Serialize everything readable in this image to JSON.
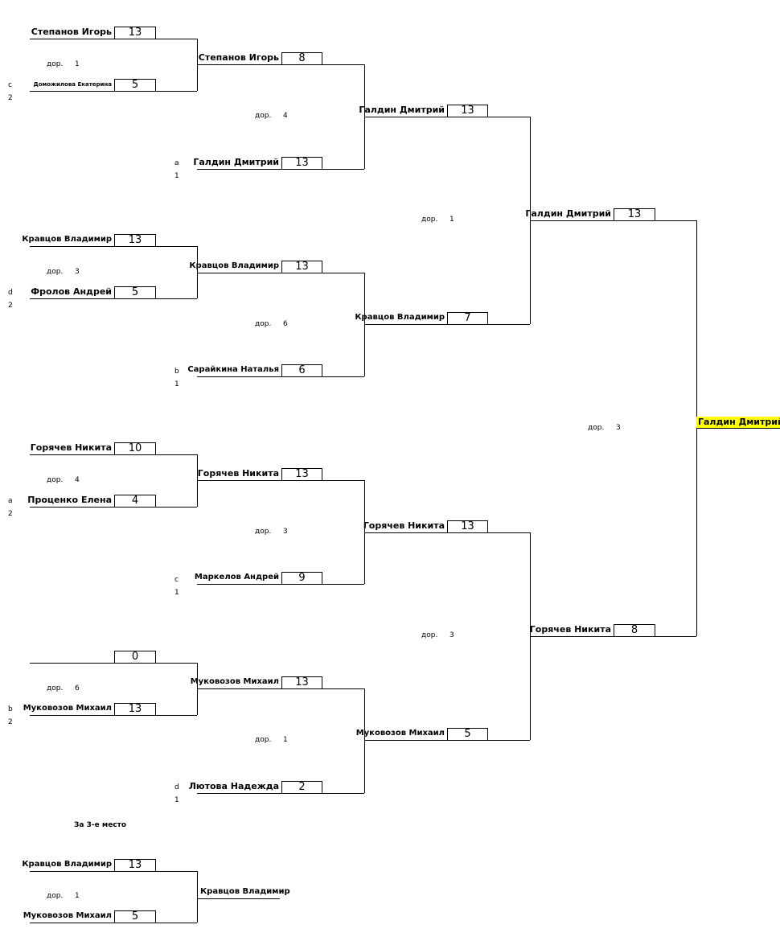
{
  "matches": [
    {
      "id": "r1_1",
      "round": 1,
      "top": {
        "name": "Степанов Игорь",
        "score": "13"
      },
      "bottom": {
        "name": "Доможилова Екатерина",
        "score": "5"
      },
      "dor": "1",
      "winner": "Степанов Игорь"
    },
    {
      "id": "r1_2",
      "round": 1,
      "top": {
        "name": "Кравцов Владимир",
        "score": "13"
      },
      "bottom": {
        "name": "Фролов Андрей",
        "score": "5"
      },
      "dor": "3",
      "winner": "Кравцов Владимир"
    },
    {
      "id": "r1_3",
      "round": 1,
      "top": {
        "name": "Горячев Никита",
        "score": "10"
      },
      "bottom": {
        "name": "Проценко Елена",
        "score": "4"
      },
      "dor": "4",
      "winner": "Горячев Никита"
    },
    {
      "id": "r1_4",
      "round": 1,
      "top": {
        "name": "",
        "score": "0"
      },
      "bottom": {
        "name": "Муковозов Михаил",
        "score": "13"
      },
      "dor": "6",
      "winner": "Муковозов Михаил"
    },
    {
      "id": "r2_1",
      "round": 2,
      "top": {
        "name": "Степанов Игорь",
        "score": "8"
      },
      "bottom": {
        "name": "Галдин Дмитрий",
        "score": "13"
      },
      "dor": "4",
      "winner": "Галдин Дмитрий"
    },
    {
      "id": "r2_2",
      "round": 2,
      "top": {
        "name": "Кравцов Владимир",
        "score": "13"
      },
      "bottom": {
        "name": "Сарайкина Наталья",
        "score": "6"
      },
      "dor": "6",
      "winner": "Кравцов Владимир"
    },
    {
      "id": "r2_3",
      "round": 2,
      "top": {
        "name": "Горячев Никита",
        "score": "13"
      },
      "bottom": {
        "name": "Маркелов Андрей",
        "score": "9"
      },
      "dor": "3",
      "winner": "Горячев Никита"
    },
    {
      "id": "r2_4",
      "round": 2,
      "top": {
        "name": "Муковозов Михаил",
        "score": "13"
      },
      "bottom": {
        "name": "Лютова Надежда",
        "score": "2"
      },
      "dor": "1",
      "winner": "Муковозов Михаил"
    },
    {
      "id": "r3_1",
      "round": 3,
      "top": {
        "name": "Галдин Дмитрий",
        "score": "13"
      },
      "bottom": {
        "name": "Кравцов Владимир",
        "score": "7"
      },
      "dor": "1",
      "winner": "Галдин Дмитрий"
    },
    {
      "id": "r3_2",
      "round": 3,
      "top": {
        "name": "Горячев Никита",
        "score": "13"
      },
      "bottom": {
        "name": "Муковозов Михаил",
        "score": "5"
      },
      "dor": "3",
      "winner": "Горячев Никита"
    },
    {
      "id": "final",
      "round": 4,
      "top": {
        "name": "Галдин Дмитрий",
        "score": "13"
      },
      "bottom": {
        "name": "Горячев Никита",
        "score": "8"
      },
      "dor": "3",
      "winner": "Галдин Дмитрий"
    },
    {
      "id": "third",
      "round": 1,
      "top": {
        "name": "Кравцов Владимир",
        "score": "13"
      },
      "bottom": {
        "name": "Муковозов Михаил",
        "score": "5"
      },
      "dor": "1",
      "winner": "Кравцов Владимир"
    }
  ],
  "dor_label": "дор.",
  "seeds": [
    {
      "group": "c",
      "num": "2"
    },
    {
      "group": "a",
      "num": "1"
    },
    {
      "group": "d",
      "num": "2"
    },
    {
      "group": "b",
      "num": "1"
    },
    {
      "group": "a",
      "num": "2"
    },
    {
      "group": "c",
      "num": "1"
    },
    {
      "group": "b",
      "num": "2"
    },
    {
      "group": "d",
      "num": "1"
    }
  ],
  "champion": "Галдин Дмитрий",
  "third_place_title": "За 3-е место",
  "colors": {
    "line": "#000000",
    "champion_highlight": "#ffff00"
  }
}
